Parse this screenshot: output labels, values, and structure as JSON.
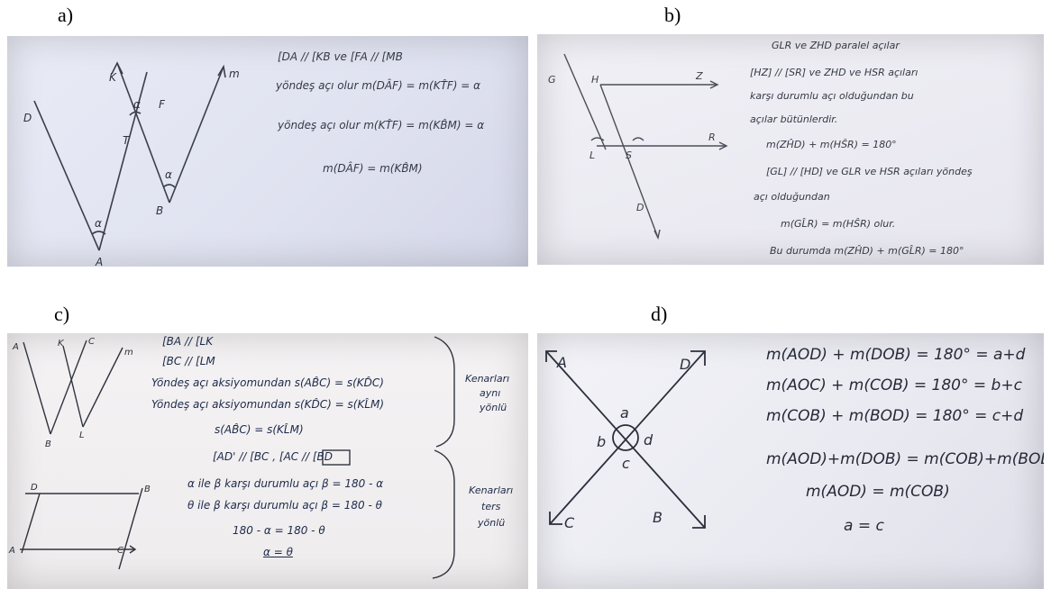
{
  "panels": {
    "a": {
      "label": "a)",
      "lines": [
        "[DA // [KB  ve  [FA // [MB",
        "yöndeş açı olur  m(DÂF) = m(KT̂F) = α",
        "yöndeş açı olur  m(KT̂F) = m(KB̂M) = α",
        "m(DÂF) = m(KB̂M)"
      ],
      "points": [
        "D",
        "K",
        "F",
        "m",
        "T",
        "B",
        "A"
      ],
      "angles": [
        "α",
        "α",
        "α"
      ]
    },
    "b": {
      "label": "b)",
      "lines": [
        "GLR  ve  ZHD  paralel  açılar",
        "[HZ] // [SR]  ve  ZHD  ve  HSR  açıları",
        "karşı   durumlu   açı   olduğundan   bu",
        "açılar   bütünlerdir.",
        "m(ZĤD) + m(HŜR) = 180°",
        "[GL] // [HD]  ve  GLR  ve  HSR  açıları  yöndeş",
        "açı   olduğundan",
        "m(GL̂R)  = m(HŜR)  olur.",
        "Bu  durumda   m(ZĤD) + m(GL̂R) = 180°"
      ],
      "points": [
        "G",
        "H",
        "Z",
        "R",
        "L",
        "S",
        "D"
      ]
    },
    "c": {
      "label": "c)",
      "lines_top": [
        "[BA // [LK",
        "[BC // [LM",
        "Yöndeş açı aksiyomundan  s(AB̂C) = s(KD̂C)",
        "Yöndeş açı aksiyomundan  s(KD̂C) = s(KL̂M)",
        "s(AB̂C) = s(KL̂M)"
      ],
      "note_top": [
        "Kenarları",
        "aynı",
        "yönlü"
      ],
      "lines_bottom": [
        "[AD' // [BC ,  [AC // [BD",
        "α ile β karşı durumlu açı   β = 180 - α",
        "θ ile β karşı durumlu açı   β = 180 - θ",
        "180 - α = 180 - θ",
        "α = θ"
      ],
      "note_bottom": [
        "Kenarları",
        "ters",
        "yönlü"
      ],
      "points_top": [
        "A",
        "K",
        "C",
        "m",
        "B",
        "L"
      ],
      "points_bottom": [
        "D",
        "B",
        "A",
        "C"
      ]
    },
    "d": {
      "label": "d)",
      "lines": [
        "m(AOD) + m(DOB) = 180° = a+d",
        "m(AOC) + m(COB) = 180° = b+c",
        "m(COB) + m(BOD) = 180° = c+d",
        "m(AOD)+m(DOB) = m(COB)+m(BOD)",
        "m(AOD) = m(COB)",
        "a = c"
      ],
      "points": [
        "A",
        "D",
        "C",
        "B"
      ],
      "angles": [
        "a",
        "b",
        "d",
        "c"
      ]
    }
  }
}
